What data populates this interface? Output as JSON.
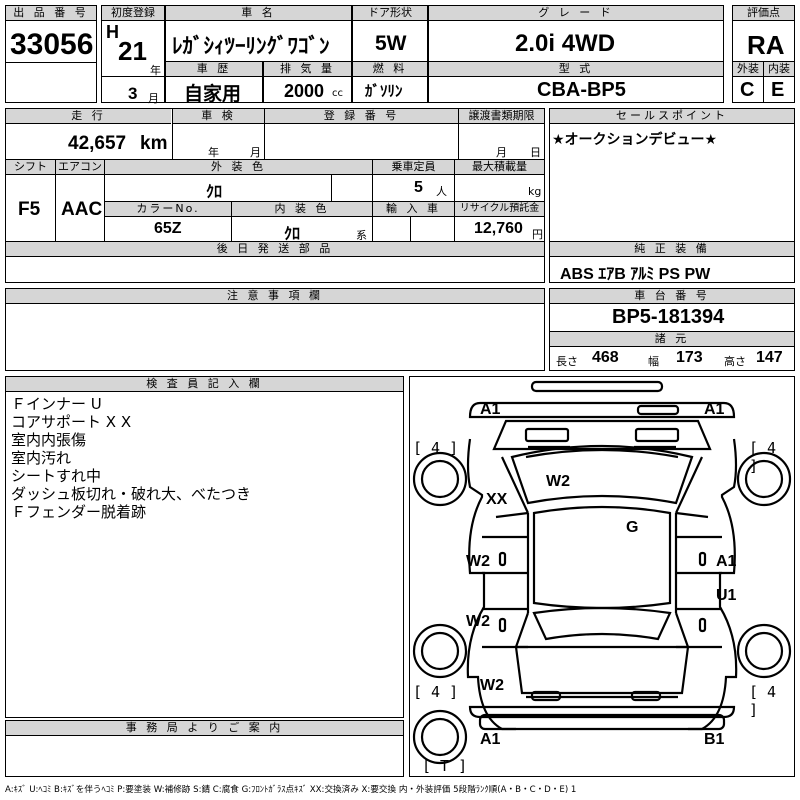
{
  "top": {
    "lot_label": "出 品 番 号",
    "lot_number": "33056",
    "first_reg_label": "初度登録",
    "era_letter": "H",
    "year_number": "21",
    "year_unit": "年",
    "month_number": "3",
    "month_unit": "月",
    "car_name_label": "車 名",
    "car_name": "ﾚｶﾞｼｨﾂｰﾘﾝｸﾞﾜｺﾞﾝ",
    "door_label": "ドア形状",
    "door": "5W",
    "grade_label": "グ レ ー ド",
    "grade": "2.0i 4WD",
    "score_label": "評価点",
    "score": "RA",
    "history_label": "車 歴",
    "history": "自家用",
    "displacement_label": "排 気 量",
    "displacement": "2000",
    "displacement_unit": "cc",
    "fuel_label": "燃 料",
    "fuel": "ｶﾞｿﾘﾝ",
    "model_label": "型 式",
    "model": "CBA-BP5",
    "exterior_label": "外装",
    "exterior": "C",
    "interior_label": "内装",
    "interior": "E"
  },
  "row2": {
    "mileage_label": "走 行",
    "mileage": "42,657",
    "mileage_unit": "km",
    "inspection_label": "車 検",
    "inspection_year_unit": "年",
    "inspection_month_unit": "月",
    "reg_no_label": "登 録 番 号",
    "transfer_label": "譲渡書類期限",
    "transfer_month_unit": "月",
    "transfer_day_unit": "日",
    "sales_label": "セールスポイント",
    "sales_point": "★オークションデビュー★"
  },
  "row3": {
    "shift_label": "シフト",
    "shift": "F5",
    "ac_label": "エアコン",
    "ac": "AAC",
    "ext_color_label": "外 装 色",
    "ext_color": "ｸﾛ",
    "capacity_label": "乗車定員",
    "capacity": "5",
    "capacity_unit": "人",
    "load_label": "最大積載量",
    "load_unit": "kg",
    "color_no_label": "カラーNo.",
    "color_no": "65Z",
    "int_color_label": "内 装 色",
    "int_color": "ｸﾛ",
    "int_color_unit": "系",
    "import_label": "輸 入 車",
    "recycle_label": "リサイクル預託金",
    "recycle": "12,760",
    "recycle_unit": "円"
  },
  "later_parts_label": "後 日 発 送 部 品",
  "genuine_label": "純 正 装 備",
  "genuine": "ABS ｴｱB ｱﾙﾐ PS PW",
  "caution_label": "注 意 事 項 欄",
  "chassis_label": "車 台 番 号",
  "chassis": "BP5-181394",
  "specs_label": "諸 元",
  "length_label": "長さ",
  "length": "468",
  "width_label": "幅",
  "width": "173",
  "height_label": "高さ",
  "height": "147",
  "inspector_label": "検 査 員 記 入 欄",
  "inspector_notes": [
    "Ｆインナー U",
    "コアサポート X X",
    "室内内張傷",
    "室内汚れ",
    "シートすれ中",
    "ダッシュ板切れ・破れ大、べたつき",
    "Ｆフェンダー脱着跡"
  ],
  "office_label": "事 務 局 よ り ご 案 内",
  "diagram_marks": {
    "front_left": "A1",
    "front_right": "A1",
    "tire_fl": "[ 4 ]",
    "tire_fr": "[ 4 ]",
    "tire_rl": "[ 4 ]",
    "tire_rr": "[ 4 ]",
    "windshield": "W2",
    "fender_left": "XX",
    "roof": "G",
    "door_front_left": "W2",
    "door_front_right": "A1",
    "door_rear_right": "U1",
    "door_rear_left": "W2",
    "quarter_left": "W2",
    "rear_left": "A1",
    "rear_right": "B1",
    "trunk": "[ T ]"
  },
  "legend": "A:ｷｽﾞ U:ﾍｺﾐ B:ｷｽﾞを伴うﾍｺﾐ P:要塗装 W:補修跡 S:錆 C:腐食 G:ﾌﾛﾝﾄｶﾞﾗｽ点ｷｽﾞ XX:交換済み X:要交換 内・外装評価 5段階ﾗﾝｸ順(A・B・C・D・E) 1"
}
